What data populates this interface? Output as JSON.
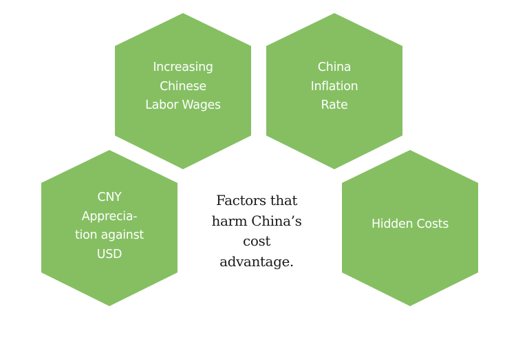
{
  "diagram": {
    "type": "hexagon-factor-diagram",
    "center_title": "Factors that\nharm China’s\ncost\nadvantage.",
    "colors": {
      "hexagon_fill": "#85BF62",
      "hexagon_text": "#FFFFFF",
      "center_text": "#1A1A1A",
      "background": "#FFFFFF"
    },
    "factors": [
      {
        "id": "wages",
        "label": "Increasing\nChinese\nLabor Wages"
      },
      {
        "id": "inflation",
        "label": "China\nInflation\nRate"
      },
      {
        "id": "cny",
        "label": "CNY\nApprecia-\ntion against\nUSD"
      },
      {
        "id": "hidden",
        "label": "Hidden Costs"
      }
    ]
  }
}
